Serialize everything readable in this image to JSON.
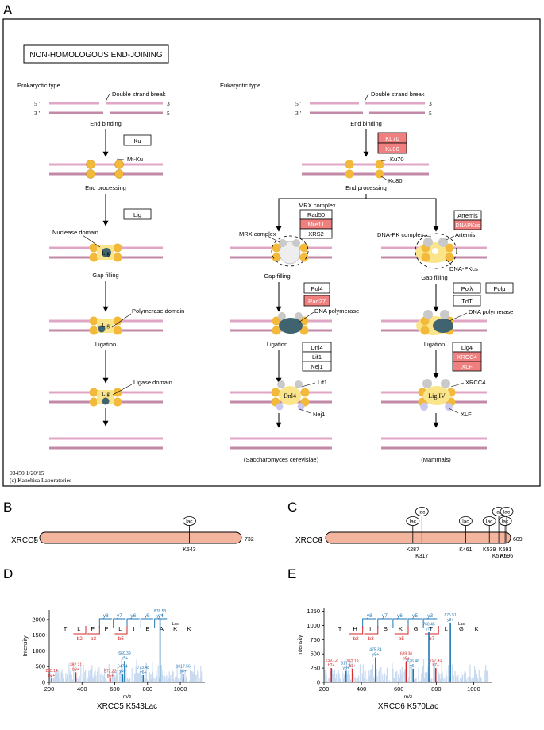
{
  "panel_labels": {
    "A": "A",
    "B": "B",
    "C": "C",
    "D": "D",
    "E": "E"
  },
  "pathway": {
    "title": "NON-HOMOLOGOUS END-JOINING",
    "prokaryotic": {
      "header": "Prokaryotic type",
      "double_strand_break": "Double strand break",
      "end_5": "5 '",
      "end_3": "3 '",
      "end_binding": "End binding",
      "ku": "Ku",
      "mt_ku": "Mt-Ku",
      "end_processing": "End processing",
      "lig": "Lig",
      "nuclease_domain": "Nuclease domain",
      "gap_filling": "Gap filling",
      "polymerase_domain": "Polymerase domain",
      "ligation": "Ligation",
      "ligase_domain": "Ligase domain"
    },
    "eukaryotic": {
      "header": "Eukaryotic type",
      "double_strand_break": "Double strand break",
      "end_binding": "End binding",
      "ku70_box": "Ku70",
      "ku80_box": "Ku80",
      "ku70": "Ku70",
      "ku80": "Ku80",
      "end_processing": "End processing",
      "yeast": {
        "mrx_complex_title": "MRX complex",
        "rad50": "Rad50",
        "mre11": "Mre11",
        "xrs2": "XRS2",
        "mrx_complex_label": "MRX complex",
        "gap_filling": "Gap filling",
        "pol4": "Pol4",
        "rad27": "Rad27",
        "dna_polymerase": "DNA polymerase",
        "ligation": "Ligation",
        "dnl4": "Dnl4",
        "lif1_box": "Lif1",
        "nej1_box": "Nej1",
        "lif1": "Lif1",
        "dnl4_label": "Dnl4",
        "nej1": "Nej1",
        "organism": "(Saccharomyces cerevisiae)"
      },
      "mammal": {
        "artemis_box": "Artemis",
        "dnapkcs_box": "DNAPKcs",
        "dnapk_complex": "DNA-PK complex",
        "artemis": "Artemis",
        "dnapkcs": "DNA-PKcs",
        "gap_filling": "Gap filling",
        "pol_lambda": "Polλ",
        "pol_mu": "Polμ",
        "tdt": "TdT",
        "dna_polymerase": "DNA polymerase",
        "ligation": "Ligation",
        "lig4": "Lig4",
        "xrcc4_box": "XRCC4",
        "xlf_box": "XLF",
        "xrcc4": "XRCC4",
        "lig_iv": "Lig IV",
        "xlf": "XLF",
        "organism": "(Mammals)"
      }
    },
    "footer_code": "03450 1/20/15",
    "footer_copyright": "(c) Kanehisa Laboratories"
  },
  "protein_b": {
    "name": "XRCC5",
    "start": "1",
    "end": "732",
    "length": 732,
    "sites": [
      {
        "pos": 543,
        "label": "K543",
        "tag": "lac"
      }
    ]
  },
  "protein_c": {
    "name": "XRCC6",
    "start": "1",
    "end": "609",
    "length": 609,
    "sites": [
      {
        "pos": 287,
        "label": "K287",
        "tag": "lac"
      },
      {
        "pos": 317,
        "label": "K317",
        "tag": "lac"
      },
      {
        "pos": 461,
        "label": "K461",
        "tag": "lac"
      },
      {
        "pos": 539,
        "label": "K539",
        "tag": "lac"
      },
      {
        "pos": 570,
        "label": "K570",
        "tag": "lac"
      },
      {
        "pos": 591,
        "label": "K591",
        "tag": "lac"
      },
      {
        "pos": 596,
        "label": "K596",
        "tag": "lac"
      }
    ]
  },
  "chart_data": [
    {
      "type": "bar",
      "title": "XRCC5 K543Lac",
      "xlabel": "m/z",
      "ylabel": "Intensity",
      "xlim": [
        200,
        1150
      ],
      "ylim": [
        0,
        2300
      ],
      "xticks": [
        "200",
        "400",
        "600",
        "800",
        "1000"
      ],
      "yticks": [
        "0",
        "500",
        "1000",
        "1500",
        "2000"
      ],
      "sequence": [
        "T",
        "L",
        "F",
        "P",
        "L",
        "I",
        "E",
        "A",
        "K",
        "K"
      ],
      "mod_label": "Lac",
      "y_ions": [
        "y8",
        "y7",
        "y6",
        "y5",
        "y4"
      ],
      "b_ions": [
        "b2",
        "b3",
        "b5"
      ],
      "series": [
        {
          "name": "b ions",
          "color": "#d62728",
          "peaks": [
            {
              "mz": 215.14,
              "intensity": 130,
              "label": "215.14",
              "ion": "b2+"
            },
            {
              "mz": 362.21,
              "intensity": 320,
              "label": "362.21",
              "ion": "b3+"
            },
            {
              "mz": 572.32,
              "intensity": 120,
              "label": "572.32",
              "ion": "b5+"
            }
          ]
        },
        {
          "name": "y ions",
          "color": "#1f77b4",
          "peaks": [
            {
              "mz": 647.4,
              "intensity": 260,
              "label": "647.4",
              "ion": "y4+"
            },
            {
              "mz": 660.39,
              "intensity": 680,
              "label": "660.39",
              "ion": "y5+"
            },
            {
              "mz": 773.48,
              "intensity": 230,
              "label": "773.48",
              "ion": "y6+"
            },
            {
              "mz": 876.53,
              "intensity": 2020,
              "label": "876.53",
              "ion": "y7+"
            },
            {
              "mz": 1017.56,
              "intensity": 270,
              "label": "1017.56",
              "ion": "y8+"
            }
          ]
        }
      ]
    },
    {
      "type": "bar",
      "title": "XRCC6 K570Lac",
      "xlabel": "m/z",
      "ylabel": "Intensity",
      "xlim": [
        200,
        1100
      ],
      "ylim": [
        0,
        1300
      ],
      "xticks": [
        "200",
        "400",
        "600",
        "800",
        "1000"
      ],
      "yticks": [
        "0",
        "250",
        "500",
        "750",
        "1000",
        "1250"
      ],
      "sequence": [
        "T",
        "H",
        "I",
        "S",
        "K",
        "G",
        "T",
        "L",
        "G",
        "K"
      ],
      "mod_label": "Lac",
      "y_ions": [
        "y8",
        "y7",
        "y6",
        "y5",
        "y3"
      ],
      "b_ions": [
        "b2",
        "b3",
        "b5",
        "b7"
      ],
      "series": [
        {
          "name": "b ions",
          "color": "#d62728",
          "peaks": [
            {
              "mz": 239.12,
              "intensity": 250,
              "label": "239.12",
              "ion": "b2+"
            },
            {
              "mz": 352.19,
              "intensity": 240,
              "label": "352.19",
              "ion": "b3+"
            },
            {
              "mz": 639.36,
              "intensity": 370,
              "label": "639.36",
              "ion": "b5+"
            },
            {
              "mz": 797.41,
              "intensity": 250,
              "label": "797.41",
              "ion": "b7+"
            }
          ]
        },
        {
          "name": "y ions",
          "color": "#1f77b4",
          "peaks": [
            {
              "mz": 317.2,
              "intensity": 200,
              "label": "317.2",
              "ion": "y3+"
            },
            {
              "mz": 475.34,
              "intensity": 440,
              "label": "475.34",
              "ion": "y5+"
            },
            {
              "mz": 676.46,
              "intensity": 240,
              "label": "676.46",
              "ion": "y6+"
            },
            {
              "mz": 760.45,
              "intensity": 890,
              "label": "760.45",
              "ion": "y7+"
            },
            {
              "mz": 875.51,
              "intensity": 1050,
              "label": "875.51",
              "ion": "y8+"
            }
          ]
        }
      ]
    }
  ]
}
